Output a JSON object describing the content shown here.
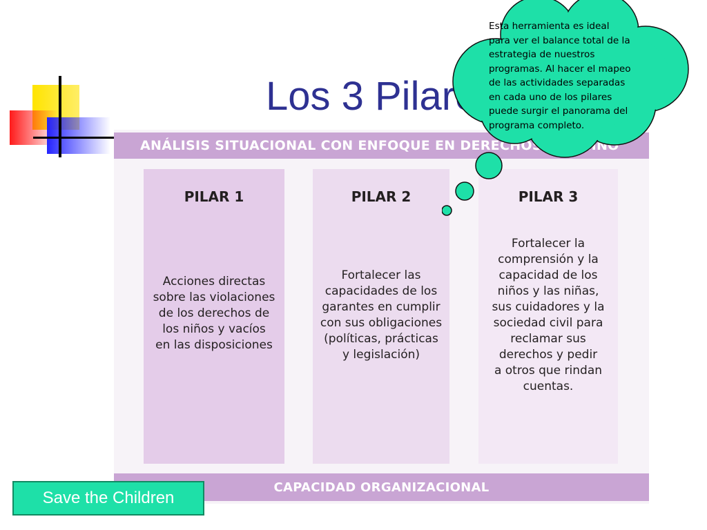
{
  "slide": {
    "title": "Los 3 Pilares"
  },
  "figure": {
    "header": "ANÁLISIS SITUACIONAL CON ENFOQUE EN DERECHOS DEL NIÑO",
    "footer": "CAPACIDAD ORGANIZACIONAL",
    "pillars": [
      {
        "title": "PILAR 1",
        "lines": [
          "Acciones directas",
          "sobre las violaciones",
          "de los derechos de",
          "los niños y vacíos",
          "en las disposiciones"
        ]
      },
      {
        "title": "PILAR 2",
        "lines": [
          "Fortalecer las",
          "capacidades de los",
          "garantes en cumplir",
          "con sus obligaciones",
          "(políticas, prácticas",
          "y legislación)"
        ]
      },
      {
        "title": "PILAR 3",
        "lines": [
          "Fortalecer la",
          "comprensión y la",
          "capacidad de los",
          "niños y las niñas,",
          "sus cuidadores y la",
          "sociedad civil para",
          "reclamar sus",
          "derechos y pedir",
          "a otros que rindan",
          "cuentas."
        ]
      }
    ]
  },
  "callout": {
    "lines": [
      "Esta herramienta es ideal",
      "para ver el balance total de la",
      "estrategia de nuestros",
      "programas. Al hacer el mapeo",
      "de las actividades separadas",
      "en cada uno de los pilares",
      "puede surgir el panorama del",
      "programa completo."
    ]
  },
  "footer_box": {
    "label": "Save the Children"
  },
  "colors": {
    "title": "#2e3192",
    "band": "#c9a5d4",
    "bubble": "#1ee0a8",
    "bubble_stroke": "#111111"
  }
}
